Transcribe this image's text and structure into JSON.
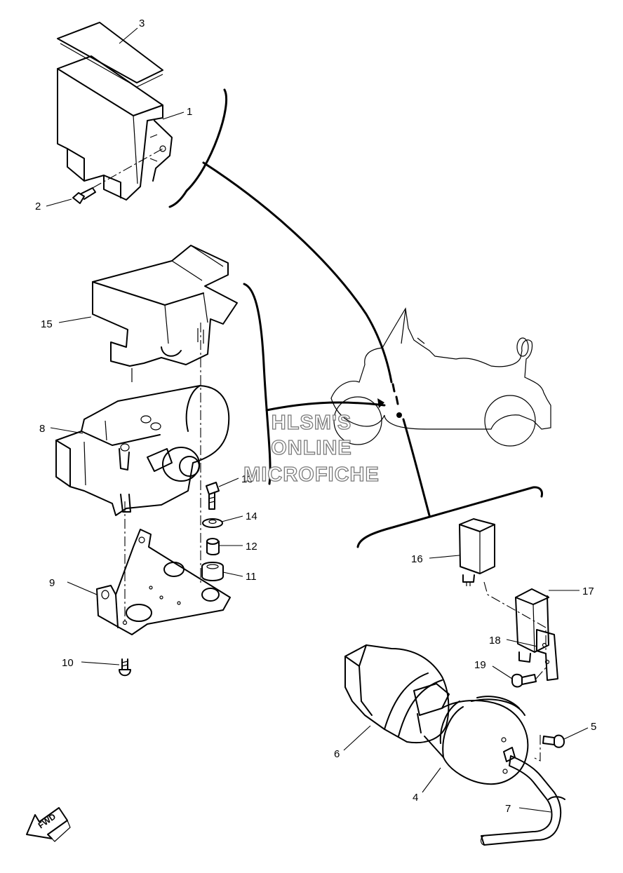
{
  "watermark": [
    "HLSM'S",
    "ONLINE",
    "MICROFICHE"
  ],
  "fwd_label": "FWD",
  "callouts": {
    "p1": "1",
    "p2": "2",
    "p3": "3",
    "p4": "4",
    "p5": "5",
    "p6": "6",
    "p7": "7",
    "p8": "8",
    "p9": "9",
    "p10": "10",
    "p11": "11",
    "p12": "12",
    "p13": "13",
    "p14": "14",
    "p15": "15",
    "p16": "16",
    "p17": "17",
    "p18": "18",
    "p19": "19"
  }
}
